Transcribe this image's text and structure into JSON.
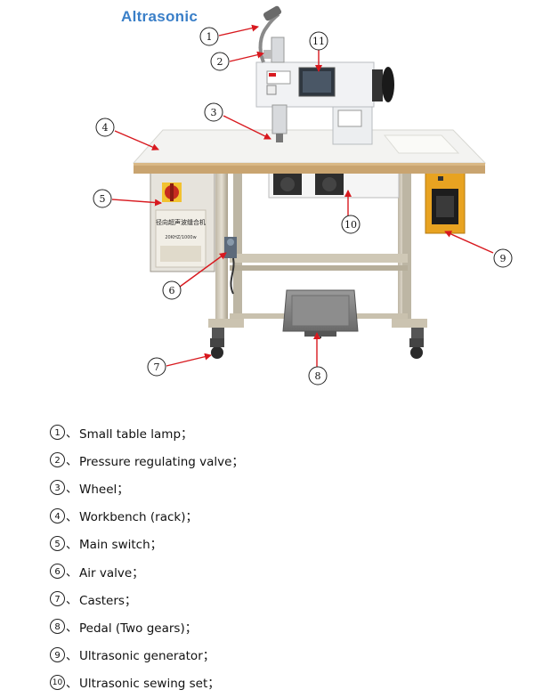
{
  "brand": {
    "logo_text": "Altrasonic"
  },
  "callouts": [
    "1",
    "2",
    "3",
    "4",
    "5",
    "6",
    "7",
    "8",
    "9",
    "10",
    "11"
  ],
  "legend": [
    {
      "num": "1",
      "label": "Small table lamp；"
    },
    {
      "num": "2",
      "label": "Pressure regulating valve；"
    },
    {
      "num": "3",
      "label": "Wheel；"
    },
    {
      "num": "4",
      "label": "Workbench (rack)；"
    },
    {
      "num": "5",
      "label": "Main switch；"
    },
    {
      "num": "6",
      "label": "Air valve；"
    },
    {
      "num": "7",
      "label": "Casters；"
    },
    {
      "num": "8",
      "label": "Pedal (Two gears)；"
    },
    {
      "num": "9",
      "label": "Ultrasonic generator；"
    },
    {
      "num": "10",
      "label": "Ultrasonic sewing set；"
    }
  ],
  "colors": {
    "logo": "#3a7fc8",
    "arrow": "#d8191f",
    "table_edge": "#c9a470",
    "generator": "#e8a321",
    "switch_red": "#c62a1f"
  },
  "panel_text": {
    "switch_box_title": "径向超声波缝合机",
    "switch_box_spec": "20KHZ/1000w"
  }
}
